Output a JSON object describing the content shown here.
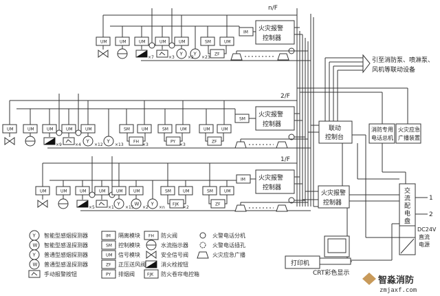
{
  "floors": [
    {
      "label": "n/F",
      "controller": "火灾报警控制器",
      "module": "IM",
      "devices": [
        {
          "box": "UM",
          "sym": "valve"
        },
        {
          "box": "UM",
          "sym": "flow"
        },
        {
          "box": "UM",
          "sym": "hydrant",
          "note": "×7"
        },
        {
          "sym": "jack"
        },
        {
          "box": "UM",
          "sym": "manual",
          "note": "×3"
        },
        {
          "sym": "jack"
        },
        {
          "box": "UM",
          "sym": "Y",
          "note": "×2"
        },
        {
          "sym": "Y",
          "note": "×23"
        },
        {
          "box": "SM"
        },
        {
          "box": "UM"
        },
        {
          "sub": "ZF"
        }
      ]
    },
    {
      "label": "2/F",
      "controller": "火灾报警控制器",
      "module": "SM",
      "devices": [
        {
          "box": "UM",
          "sym": "valve"
        },
        {
          "box": "UM",
          "sym": "flow"
        },
        {
          "box": "UM",
          "sym": "hydrant",
          "note": "×9"
        },
        {
          "sym": "jack"
        },
        {
          "box": "UM",
          "sym": "manual",
          "note": "×4"
        },
        {
          "sym": "jack"
        },
        {
          "box": "UM",
          "sym": "Y",
          "note": "×12"
        },
        {
          "sym": "Y",
          "note": "×13"
        },
        {
          "box": "SM"
        },
        {
          "box": "UM"
        },
        {
          "sub": "FH",
          "note": "×3"
        },
        {
          "box": "SM"
        },
        {
          "box": "UM"
        },
        {
          "sub": "PY",
          "note": "×3"
        },
        {
          "box": "UM"
        },
        {
          "box": "UM"
        },
        {
          "sub": "ZF"
        }
      ]
    },
    {
      "label": "1/F",
      "controller": "火灾报警控制器",
      "module": "IM",
      "devices": [
        {
          "box": "UM",
          "sym": "valve"
        },
        {
          "box": "UM",
          "sym": "flow"
        },
        {
          "box": "UM",
          "sym": "hydrant",
          "note": "×5"
        },
        {
          "sym": "jack"
        },
        {
          "box": "UM",
          "sym": "manual",
          "note": "×1"
        },
        {
          "sym": "jack"
        },
        {
          "box": "UM",
          "sym": "Y",
          "note": "×15"
        },
        {
          "box": "UM",
          "sym": "W",
          "note": "×2"
        },
        {
          "sym": "Y",
          "note": "×n"
        },
        {
          "box": "SM"
        },
        {
          "box": "UM"
        },
        {
          "sub": "FJK",
          "note": "×2"
        },
        {
          "box": "SM"
        },
        {
          "box": "UM"
        },
        {
          "sub": "ZF"
        }
      ]
    }
  ],
  "right": {
    "linkage_out": [
      "引至消防泵、喷淋泵、",
      "风机等联动设备"
    ],
    "linkage_console": [
      "联动",
      "控制台"
    ],
    "phone_master": [
      "消防专用",
      "电话总机"
    ],
    "broadcast": [
      "火灾应急",
      "广播装置"
    ],
    "main_controller": [
      "火灾报警",
      "控制器"
    ],
    "ac_panel": [
      "交",
      "流",
      "配",
      "电",
      "盘"
    ],
    "feed_1": "1",
    "feed_2": "2",
    "dc_power": [
      "DC24V",
      "直流",
      "电源"
    ],
    "printer": "打印机",
    "crt": "CRT彩色显示"
  },
  "legend": [
    {
      "sym": "Y",
      "label": "智能型感烟探测器"
    },
    {
      "sym": "W",
      "label": "智能型感温探测器"
    },
    {
      "sym": "Y",
      "label": "普通型感烟探测器"
    },
    {
      "sym": "W",
      "label": "普通型感温探测器"
    },
    {
      "sym": "manual",
      "label": "手动报警按钮"
    },
    {
      "code": "IM",
      "label": "隔离模块"
    },
    {
      "code": "SM",
      "label": "控制模块"
    },
    {
      "code": "UM",
      "label": "信号模块"
    },
    {
      "code": "ZF",
      "label": "正压送风阀"
    },
    {
      "code": "PY",
      "label": "排烟阀"
    },
    {
      "code": "FH",
      "label": "防火阀"
    },
    {
      "sym": "flow",
      "label": "水流指示器"
    },
    {
      "sym": "valve",
      "label": "安全信号阀"
    },
    {
      "sym": "hydrant",
      "label": "消火栓按钮"
    },
    {
      "code": "FJK",
      "label": "防火卷帘电控箱"
    },
    {
      "sym": "jack",
      "label": "火警电话分机"
    },
    {
      "sym": "jack2",
      "label": "火警电话插孔"
    },
    {
      "sym": "speaker",
      "label": "火灾应急广播"
    }
  ],
  "watermark": {
    "name": "智淼消防",
    "url": "zmjaxf.com"
  }
}
